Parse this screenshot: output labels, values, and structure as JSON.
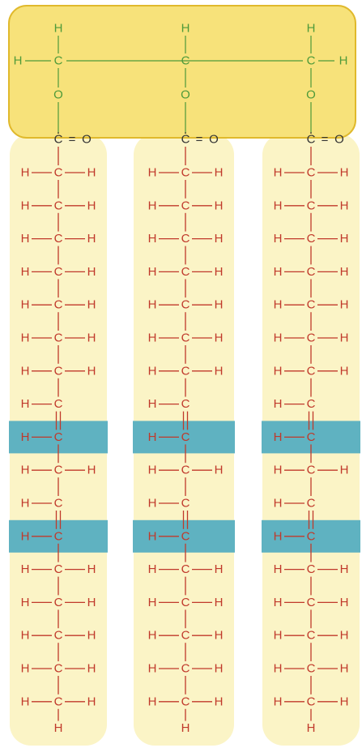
{
  "molecule": {
    "glycerol": {
      "h": "H",
      "c": "C",
      "o": "O"
    },
    "chains": [
      {
        "carbonyl": {
          "c": "C",
          "eq": "=",
          "o": "O"
        },
        "rows": [
          "H-C-H",
          "H-C-H",
          "H-C-H",
          "H-C-H",
          "H-C-H",
          "H-C-H",
          "H-C-H",
          "H-C",
          "H-C",
          "H-C-H",
          "H-C",
          "H-C",
          "H-C-H",
          "H-C-H",
          "H-C-H",
          "H-C-H",
          "H-C-H"
        ],
        "terminal": "H"
      },
      {
        "carbonyl": {
          "c": "C",
          "eq": "=",
          "o": "O"
        },
        "rows": [
          "H-C-H",
          "H-C-H",
          "H-C-H",
          "H-C-H",
          "H-C-H",
          "H-C-H",
          "H-C-H",
          "H-C",
          "H-C",
          "H-C-H",
          "H-C",
          "H-C",
          "H-C-H",
          "H-C-H",
          "H-C-H",
          "H-C-H",
          "H-C-H"
        ],
        "terminal": "H"
      },
      {
        "carbonyl": {
          "c": "C",
          "eq": "=",
          "o": "O"
        },
        "rows": [
          "H-C-H",
          "H-C-H",
          "H-C-H",
          "H-C-H",
          "H-C-H",
          "H-C-H",
          "H-C-H",
          "H-C",
          "H-C",
          "H-C-H",
          "H-C",
          "H-C",
          "H-C-H",
          "H-C-H",
          "H-C-H",
          "H-C-H",
          "H-C-H"
        ],
        "terminal": "H"
      }
    ],
    "double_bond_rows": [
      8,
      11
    ],
    "colors": {
      "glycerol_fill": "#f7e27a",
      "glycerol_stroke": "#e0b92c",
      "chain_fill": "#fbf4c6",
      "highlight": "#5fb2c1",
      "glycerol_atoms": "#4e9a3a",
      "chain_atoms": "#c0392b",
      "carbonyl_atoms": "#333333",
      "bond": "#c0392b"
    }
  }
}
